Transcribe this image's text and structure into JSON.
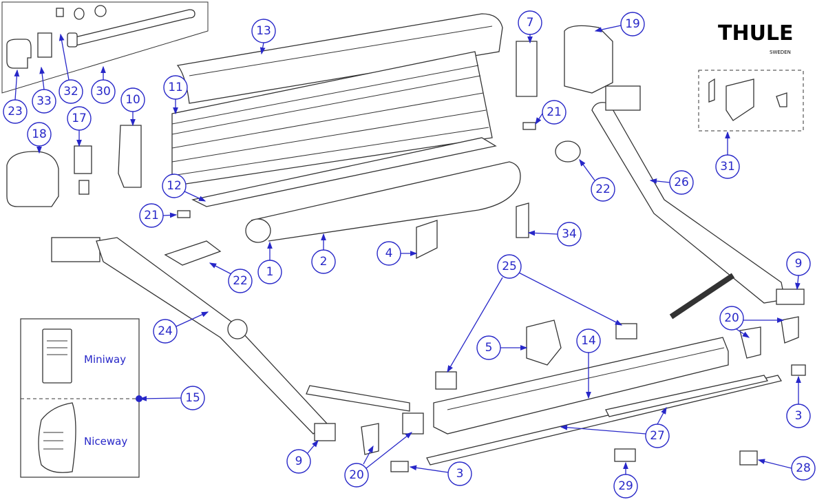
{
  "brand": {
    "logo": "THULE",
    "logo_sub": "SWEDEN"
  },
  "remotes": {
    "miniway": "Miniway",
    "niceway": "Niceway"
  },
  "callouts": [
    "13",
    "7",
    "19",
    "11",
    "10",
    "17",
    "18",
    "23",
    "33",
    "32",
    "30",
    "12",
    "21",
    "21",
    "22",
    "22",
    "1",
    "2",
    "4",
    "34",
    "26",
    "31",
    "9",
    "9",
    "24",
    "15",
    "25",
    "5",
    "14",
    "20",
    "20",
    "27",
    "3",
    "3",
    "29",
    "28"
  ],
  "colors": {
    "callout": "#2727c8",
    "line": "#333333"
  }
}
